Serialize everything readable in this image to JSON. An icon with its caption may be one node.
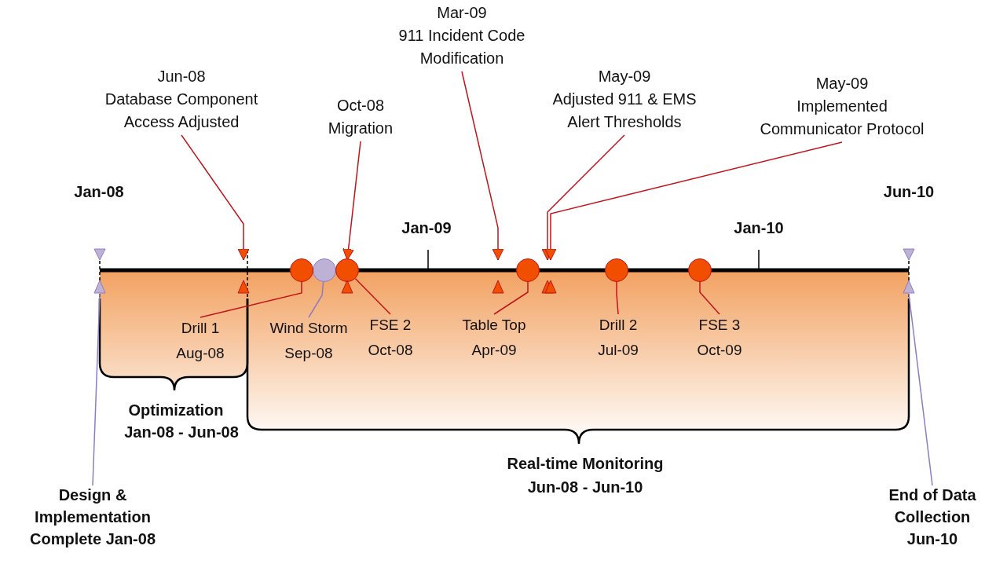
{
  "diagram": {
    "nodes": [
      {
        "text": [
          "Jun-08",
          "Database Component Access Adjusted"
        ]
      },
      {
        "text": [
          "Oct-08",
          "Migration"
        ]
      },
      {
        "text": [
          "Mar-09",
          "911 Incident Code Modification"
        ]
      },
      {
        "text": [
          "May-09",
          "Adjusted 911 & EMS Alert Thresholds"
        ]
      },
      {
        "text": [
          "May-09",
          "Implemented Communicator Protocol"
        ]
      },
      {
        "text": [],
        "shape": "circle"
      },
      {
        "text": [],
        "shape": "circle"
      },
      {
        "text": [],
        "shape": "circle"
      },
      {
        "text": [],
        "shape": "circle"
      },
      {
        "text": [],
        "shape": "circle"
      },
      {
        "text": [],
        "shape": "circle"
      },
      {
        "text": [
          "Drill 1",
          "Aug-08"
        ]
      },
      {
        "text": [
          "Wind Storm",
          "Sep-08"
        ]
      },
      {
        "text": [
          "FSE 2",
          "Oct-08"
        ]
      },
      {
        "text": [
          "Table Top",
          "Apr-09"
        ]
      },
      {
        "text": [
          "Drill 2",
          "Jul-09"
        ]
      },
      {
        "text": [
          "FSE 3",
          "Oct-09"
        ]
      },
      {
        "text": [
          "Design & Implementation Complete Jan-08"
        ]
      },
      {
        "text": [
          "End of Data Collection Jun-10"
        ]
      },
      {
        "text": [],
        "shape": "triangle"
      },
      {
        "text": [],
        "shape": "triangle"
      },
      {
        "text": [],
        "shape": "triangle"
      },
      {
        "text": [],
        "shape": "triangle"
      },
      {
        "text": [],
        "shape": "triangle"
      },
      {
        "text": [],
        "shape": "triangle"
      }
    ],
    "edges": [
      {
        "from": 0,
        "to": 20,
        "arrow": "to"
      },
      {
        "from": 1,
        "to": 21,
        "arrow": "to"
      },
      {
        "from": 2,
        "to": 22,
        "arrow": "to"
      },
      {
        "from": 3,
        "to": 23,
        "arrow": "to"
      },
      {
        "from": 4,
        "to": 23,
        "arrow": "to"
      },
      {
        "from": 11,
        "to": 5,
        "arrow": "none"
      },
      {
        "from": 12,
        "to": 6,
        "arrow": "none",
        "color": "#8e7cc3"
      },
      {
        "from": 13,
        "to": 7,
        "arrow": "none"
      },
      {
        "from": 14,
        "to": 8,
        "arrow": "none"
      },
      {
        "from": 15,
        "to": 9,
        "arrow": "none"
      },
      {
        "from": 16,
        "to": 10,
        "arrow": "none"
      },
      {
        "from": 17,
        "to": 19,
        "arrow": "none",
        "color": "#8e7cc3"
      },
      {
        "from": 18,
        "to": 24,
        "arrow": "none",
        "color": "#8e7cc3"
      }
    ],
    "labels": [
      "Jan-08",
      "Jun-10",
      "Jan-09",
      "Jan-10",
      "Optimization",
      "Jan-08 - Jun-08",
      "Real-time Monitoring",
      "Jun-08 - Jun-10"
    ]
  }
}
